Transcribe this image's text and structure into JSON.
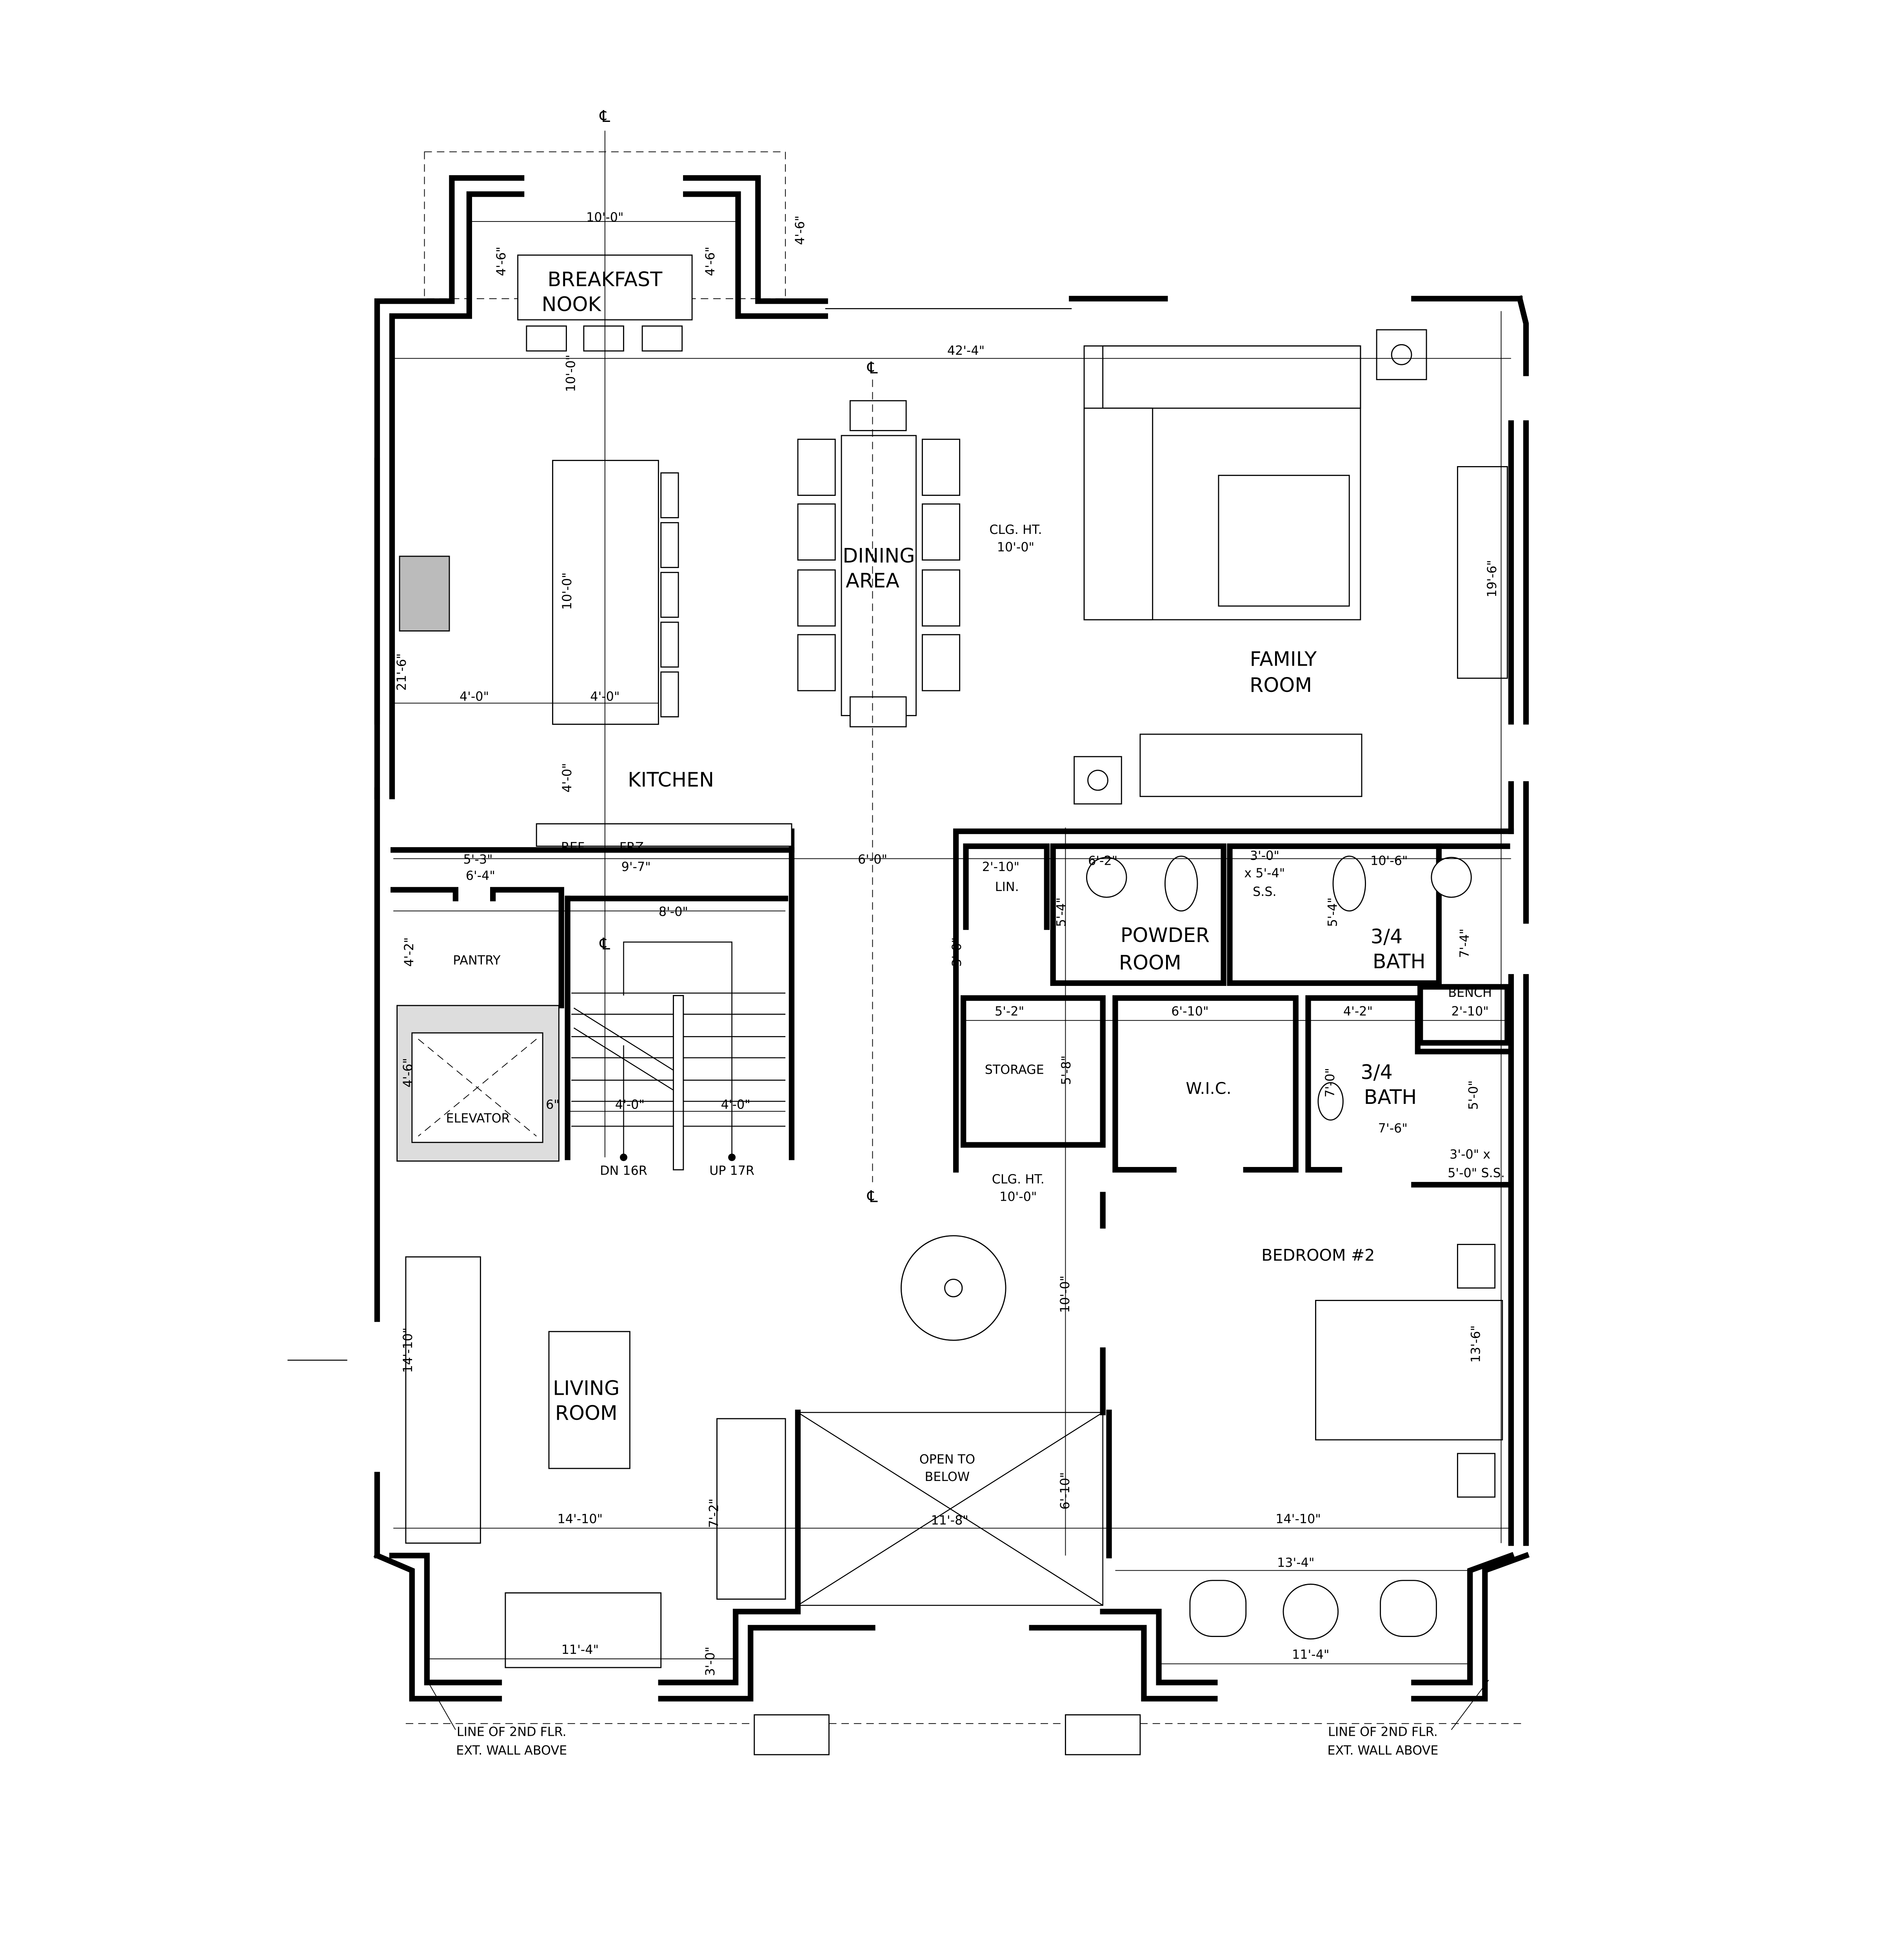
{
  "centerline_symbol": "℄",
  "rooms": {
    "breakfast_nook": [
      "BREAKFAST",
      "NOOK"
    ],
    "dining_area": [
      "DINING",
      "AREA"
    ],
    "family_room": [
      "FAMILY",
      "ROOM"
    ],
    "kitchen": "KITCHEN",
    "pantry": "PANTRY",
    "elevator": "ELEVATOR",
    "linen": "LIN.",
    "powder_room": [
      "POWDER",
      "ROOM"
    ],
    "bath_a": [
      "3/4",
      "BATH"
    ],
    "bath_b": [
      "3/4",
      "BATH"
    ],
    "storage": "STORAGE",
    "wic": "W.I.C.",
    "bench": "BENCH",
    "bedroom2": "BEDROOM #2",
    "living_room": [
      "LIVING",
      "ROOM"
    ],
    "open_to_below": [
      "OPEN TO",
      "BELOW"
    ]
  },
  "appliances": {
    "ref": "REF.",
    "frz": "FRZ."
  },
  "ceiling": {
    "upper": [
      "CLG. HT.",
      "10'-0\""
    ],
    "lower": [
      "CLG. HT.",
      "10'-0\""
    ]
  },
  "stairs": {
    "down": "DN 16R",
    "up": "UP 17R"
  },
  "shower_notes": {
    "bath_a": [
      "3'-0\"",
      "x 5'-4\"",
      "S.S."
    ],
    "bath_b": [
      "3'-0\" x",
      "5'-0\" S.S."
    ]
  },
  "notes": {
    "left": [
      "LINE OF 2ND FLR.",
      "EXT. WALL ABOVE"
    ],
    "right": [
      "LINE OF 2ND FLR.",
      "EXT. WALL ABOVE"
    ]
  },
  "dimensions": {
    "nook_width": "10'-0\"",
    "nook_depth_l": "4'-6\"",
    "nook_depth_r": "4'-6\"",
    "nook_offset": "4'-6\"",
    "overall_width": "42'-4\"",
    "kitchen_depth": "10'-0\"",
    "island": "10'-0\"",
    "family_depth": "19'-6\"",
    "kitchen_length": "21'-6\"",
    "kitchen_w1": "4'-0\"",
    "kitchen_w2": "4'-0\"",
    "kitchen_aisle": "4'-0\"",
    "pantry_entry": "5'-3\"",
    "fridge_run": "9'-7\"",
    "hall": "6'-0\"",
    "pantry_width": "6'-4\"",
    "stair_width": "8'-0\"",
    "linen_width": "2'-10\"",
    "powder_width": "6'-2\"",
    "bath_a_width": "10'-6\"",
    "pantry_depth": "4'-2\"",
    "linen_depth": "3'-0\"",
    "powder_depth": "5'-4\"",
    "bath_a_depth": "5'-4\"",
    "bath_a_door": "7'-4\"",
    "bench_width": "2'-10\"",
    "storage_width": "5'-2\"",
    "wic_width": "6'-10\"",
    "bath_b_toilet": "4'-2\"",
    "storage_depth": "5'-8\"",
    "bath_b_depth": "7'-0\"",
    "bath_b_width": "7'-6\"",
    "bath_b_shower": "5'-0\"",
    "elevator_depth": "4'-6\"",
    "elevator_gap": "6\"",
    "stair_run1": "4'-0\"",
    "stair_run2": "4'-0\"",
    "foyer_depth": "10'-0\"",
    "living_depth": "14'-10\"",
    "bedroom_depth": "13'-6\"",
    "living_bay": "7'-2\"",
    "open_depth": "6'-10\"",
    "living_width": "14'-10\"",
    "open_width": "11'-8\"",
    "bedroom_width": "14'-10\"",
    "bedroom_inner": "13'-4\"",
    "living_bay_width": "11'-4\"",
    "living_bay_depth": "3'-0\"",
    "bedroom_bay_width": "11'-4\""
  }
}
